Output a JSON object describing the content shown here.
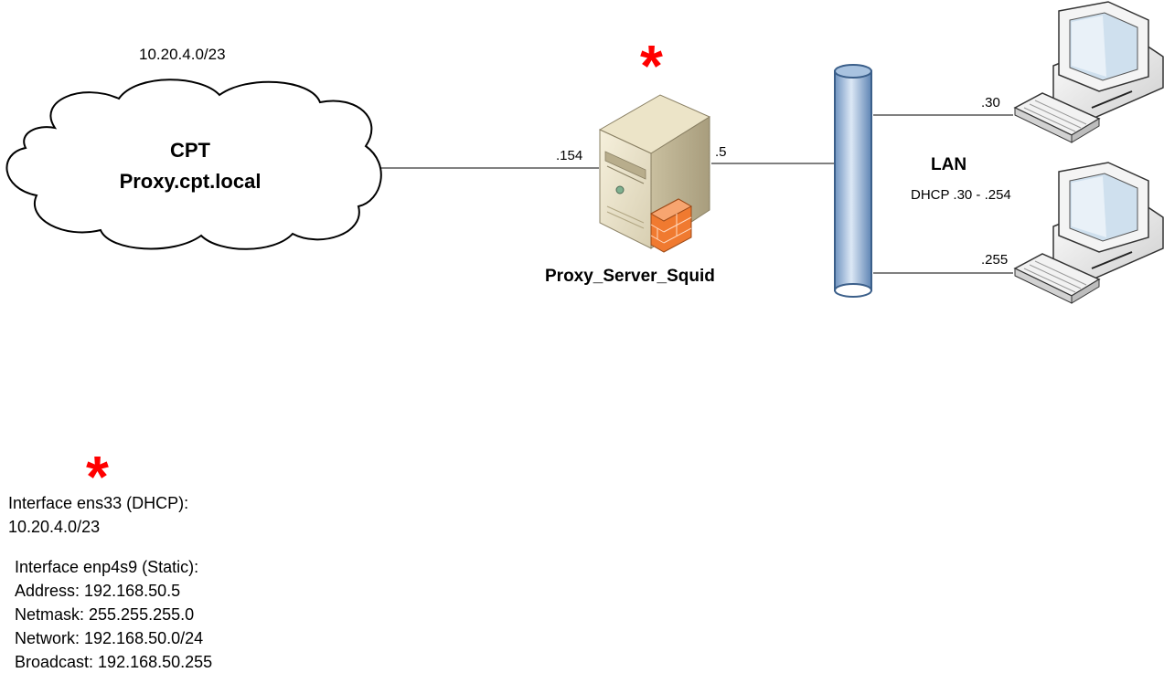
{
  "cloud": {
    "subnet": "10.20.4.0/23",
    "name": "CPT",
    "host": "Proxy.cpt.local"
  },
  "proxy": {
    "label": "Proxy_Server_Squid",
    "wan_ip_suffix": ".154",
    "lan_ip_suffix": ".5",
    "marker": "*"
  },
  "lan": {
    "label": "LAN",
    "dhcp_range": "DHCP .30 - .254",
    "clients": [
      {
        "ip_suffix": ".30"
      },
      {
        "ip_suffix": ".255"
      }
    ]
  },
  "notes": {
    "marker": "*",
    "ens33": [
      "Interface ens33 (DHCP):",
      "10.20.4.0/23"
    ],
    "enp4s9": [
      "Interface enp4s9 (Static):",
      "Address: 192.168.50.5",
      "Netmask: 255.255.255.0",
      "Network: 192.168.50.0/24",
      "Broadcast: 192.168.50.255"
    ]
  },
  "colors": {
    "marker": "#ff0000",
    "bus_fill": "#a9c3e0",
    "bus_stroke": "#3b5f8a",
    "firewall": "#f07a30"
  }
}
